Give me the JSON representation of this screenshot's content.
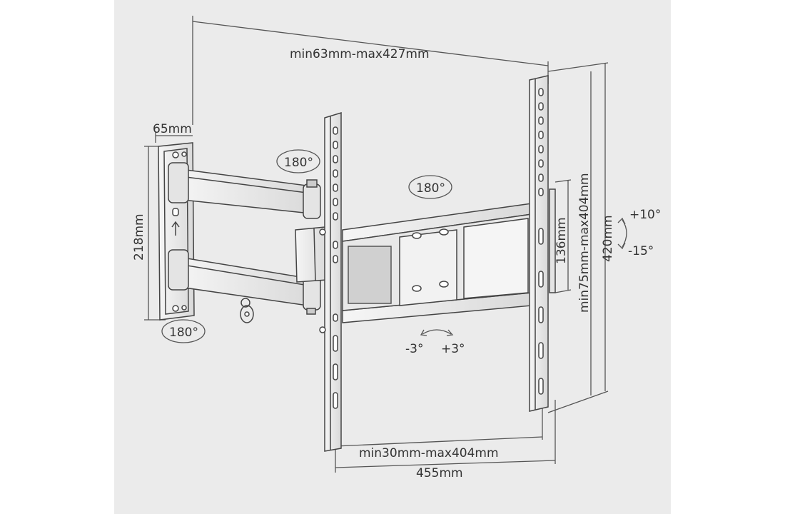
{
  "diagram": {
    "background_color": "#ebebeb",
    "line_color": "#555555",
    "labels": {
      "extension": "min63mm-max427mm",
      "wall_plate_depth": "65mm",
      "wall_plate_height": "218mm",
      "vertical_slots": "136mm",
      "vesa_vertical": "min75mm-max404mm",
      "bracket_height": "420mm",
      "vesa_horizontal": "min30mm-max404mm",
      "bracket_width": "455mm"
    },
    "rotations": {
      "arm_joint": "180°",
      "wall_pivot": "180°",
      "top_pivot": "180°"
    },
    "tilt": {
      "up": "+10°",
      "down": "-15°"
    },
    "level": {
      "left": "-3°",
      "right": "+3°"
    }
  }
}
